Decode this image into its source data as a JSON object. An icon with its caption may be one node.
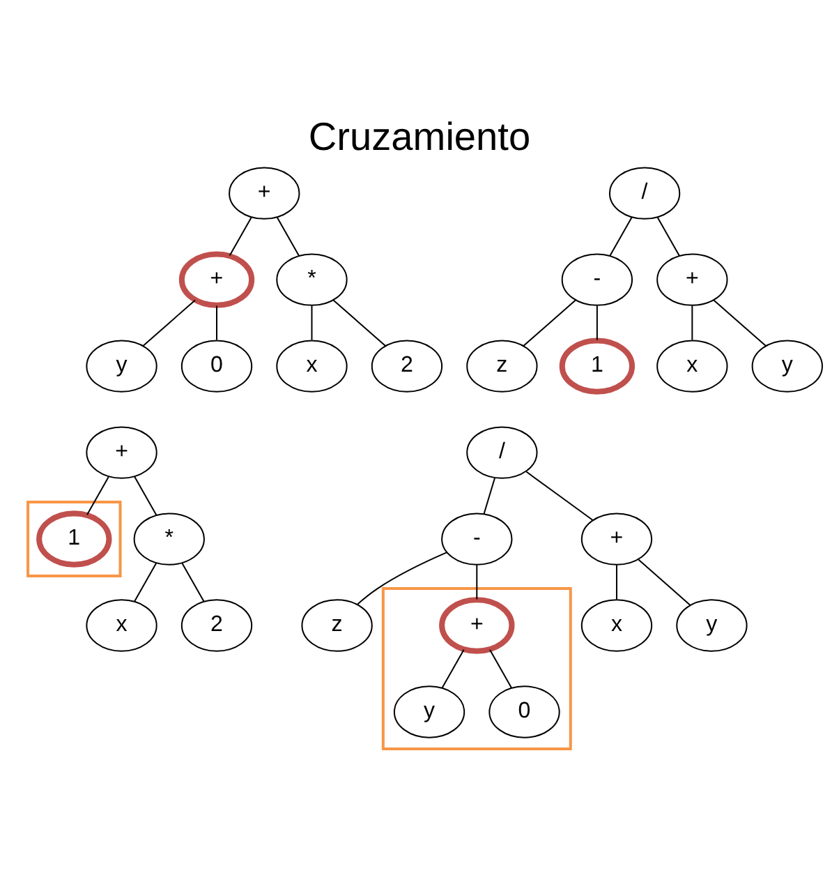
{
  "diagram": {
    "title": "Cruzamiento",
    "nodes": [
      {
        "text": [
          "+"
        ]
      },
      {
        "text": [
          "+"
        ]
      },
      {
        "text": [
          "*"
        ]
      },
      {
        "text": [
          "y"
        ]
      },
      {
        "text": [
          "0"
        ]
      },
      {
        "text": [
          "x"
        ]
      },
      {
        "text": [
          "2"
        ]
      },
      {
        "text": [
          "/"
        ]
      },
      {
        "text": [
          "-"
        ]
      },
      {
        "text": [
          "+"
        ]
      },
      {
        "text": [
          "z"
        ]
      },
      {
        "text": [
          "1"
        ]
      },
      {
        "text": [
          "x"
        ]
      },
      {
        "text": [
          "y"
        ]
      },
      {
        "text": [
          "+"
        ]
      },
      {
        "text": [],
        "shape": "box"
      },
      {
        "text": [
          "1"
        ],
        "in": 15
      },
      {
        "text": [
          "*"
        ]
      },
      {
        "text": [
          "x"
        ]
      },
      {
        "text": [
          "2"
        ]
      },
      {
        "text": [
          "/"
        ]
      },
      {
        "text": [
          "-"
        ]
      },
      {
        "text": [
          "+"
        ]
      },
      {
        "text": [
          "z"
        ]
      },
      {
        "text": [],
        "shape": "box"
      },
      {
        "text": [
          "+"
        ],
        "in": 24
      },
      {
        "text": [
          "y"
        ],
        "in": 24
      },
      {
        "text": [
          "0"
        ],
        "in": 24
      },
      {
        "text": [
          "x"
        ]
      },
      {
        "text": [
          "y"
        ]
      }
    ],
    "edges": [
      {
        "from": 0,
        "to": 1,
        "arrow": "none"
      },
      {
        "from": 0,
        "to": 2,
        "arrow": "none"
      },
      {
        "from": 1,
        "to": 3,
        "arrow": "none"
      },
      {
        "from": 1,
        "to": 4,
        "arrow": "none"
      },
      {
        "from": 2,
        "to": 5,
        "arrow": "none"
      },
      {
        "from": 2,
        "to": 6,
        "arrow": "none"
      },
      {
        "from": 7,
        "to": 8,
        "arrow": "none"
      },
      {
        "from": 7,
        "to": 9,
        "arrow": "none"
      },
      {
        "from": 8,
        "to": 10,
        "arrow": "none"
      },
      {
        "from": 8,
        "to": 11,
        "arrow": "none"
      },
      {
        "from": 9,
        "to": 12,
        "arrow": "none"
      },
      {
        "from": 9,
        "to": 13,
        "arrow": "none"
      },
      {
        "from": 14,
        "to": 16,
        "arrow": "none"
      },
      {
        "from": 14,
        "to": 17,
        "arrow": "none"
      },
      {
        "from": 17,
        "to": 18,
        "arrow": "none"
      },
      {
        "from": 17,
        "to": 19,
        "arrow": "none"
      },
      {
        "from": 20,
        "to": 21,
        "arrow": "none"
      },
      {
        "from": 20,
        "to": 22,
        "arrow": "none"
      },
      {
        "from": 21,
        "to": 23,
        "arrow": "none"
      },
      {
        "from": 21,
        "to": 25,
        "arrow": "none"
      },
      {
        "from": 25,
        "to": 26,
        "arrow": "none"
      },
      {
        "from": 25,
        "to": 27,
        "arrow": "none"
      },
      {
        "from": 22,
        "to": 28,
        "arrow": "none"
      },
      {
        "from": 22,
        "to": 29,
        "arrow": "none"
      }
    ]
  }
}
